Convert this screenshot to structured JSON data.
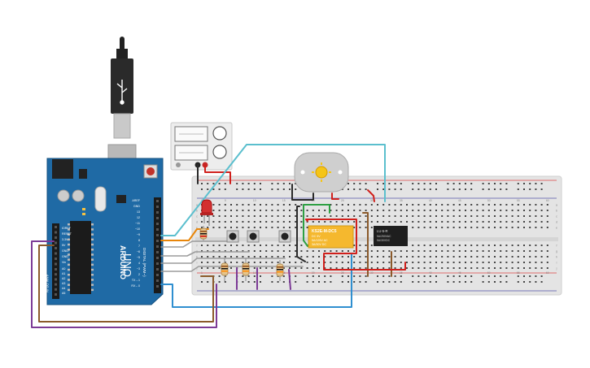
{
  "colors": {
    "background": "#ffffff",
    "arduino_board": "#1f6aa5",
    "breadboard": "#e4e4e4",
    "wire_red": "#d0201c",
    "wire_black": "#2a2a2a",
    "wire_cyan": "#5bbfce",
    "wire_orange": "#e8860a",
    "wire_purple": "#7c3a96",
    "wire_brown": "#8b5a2b",
    "wire_gray": "#9c9c9c",
    "wire_green": "#2ea043",
    "wire_blue": "#2f8fd0",
    "relay_yellow": "#f5b82e",
    "relay_black": "#1e1e1e",
    "led_red": "#d33030"
  },
  "arduino": {
    "brand": "ARDUINO",
    "model": "UNO",
    "digital_label": "DIGITAL (PWM~)",
    "analog_label": "ANALOG IN",
    "power_pins": [
      "IOREF",
      "RESET",
      "3.3V",
      "5V",
      "GND",
      "GND",
      "Vin"
    ],
    "analog_pins": [
      "A0",
      "A1",
      "A2",
      "A3",
      "A4",
      "A5"
    ],
    "header_pins": [
      "AREF",
      "GND",
      "13",
      "12",
      "~11",
      "~10",
      "~9",
      "8",
      "7",
      "~6",
      "~5",
      "4",
      "~3",
      "2",
      "TX→1",
      "RX←0"
    ]
  },
  "relay_yellow": {
    "model": "KS2E-M-DC5",
    "lines": [
      "DC 5V",
      "5A/125V AC",
      "3A/30V DC"
    ]
  },
  "relay_black": {
    "model": "LU-5-R",
    "lines": [
      "5A/250VAC",
      "5A/30VDC"
    ]
  },
  "breadboard": {
    "col_labels": [
      "1",
      "5",
      "10",
      "15",
      "20",
      "25",
      "30",
      "35",
      "40",
      "45",
      "50",
      "55",
      "60"
    ],
    "row_labels_top": [
      "a",
      "b",
      "c",
      "d",
      "e"
    ],
    "row_labels_bottom": [
      "f",
      "g",
      "h",
      "i",
      "j"
    ]
  },
  "icons": {
    "usb": "usb-cable-icon",
    "power_supply": "power-supply-icon",
    "motor": "dc-motor-icon"
  }
}
